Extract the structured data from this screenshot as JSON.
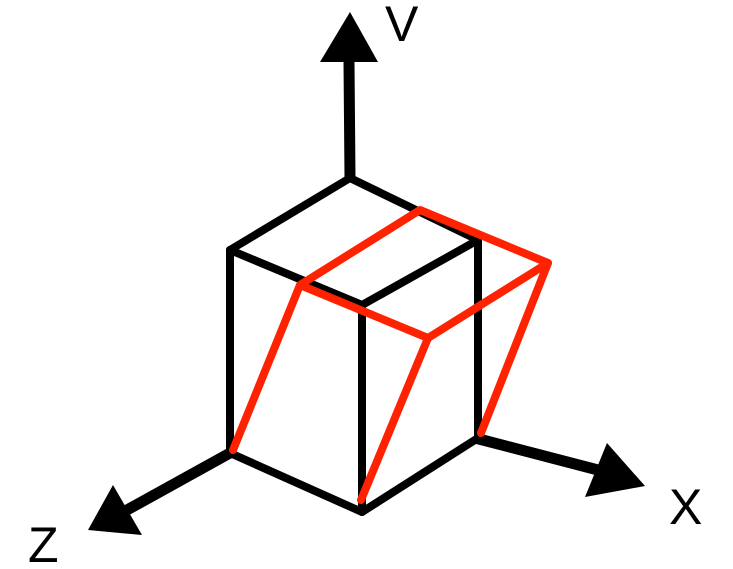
{
  "axes": {
    "y_label": "V",
    "x_label": "X",
    "z_label": "Z"
  },
  "colors": {
    "cube": "#000000",
    "sheared": "#ff2200",
    "axes": "#000000",
    "background": "#ffffff"
  },
  "icons": {
    "y_arrow": "arrow-up-icon",
    "x_arrow": "arrow-right-icon",
    "z_arrow": "arrow-down-left-icon"
  }
}
